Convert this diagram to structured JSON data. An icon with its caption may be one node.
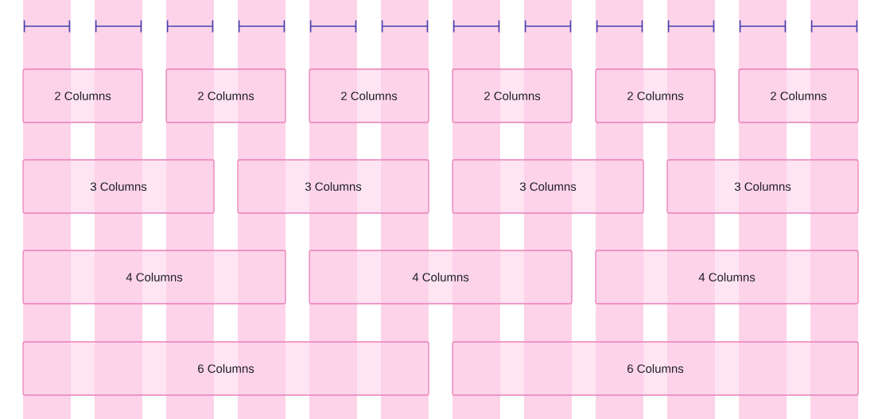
{
  "diagram": {
    "nodes": [
      {
        "text": [
          "2 Columns"
        ]
      },
      {
        "text": [
          "2 Columns"
        ]
      },
      {
        "text": [
          "2 Columns"
        ]
      },
      {
        "text": [
          "2 Columns"
        ]
      },
      {
        "text": [
          "2 Columns"
        ]
      },
      {
        "text": [
          "2 Columns"
        ]
      },
      {
        "text": [
          "3 Columns"
        ]
      },
      {
        "text": [
          "3 Columns"
        ]
      },
      {
        "text": [
          "3 Columns"
        ]
      },
      {
        "text": [
          "3 Columns"
        ]
      },
      {
        "text": [
          "4 Columns"
        ]
      },
      {
        "text": [
          "4 Columns"
        ]
      },
      {
        "text": [
          "4 Columns"
        ]
      },
      {
        "text": [
          "6 Columns"
        ]
      },
      {
        "text": [
          "6 Columns"
        ]
      }
    ]
  }
}
